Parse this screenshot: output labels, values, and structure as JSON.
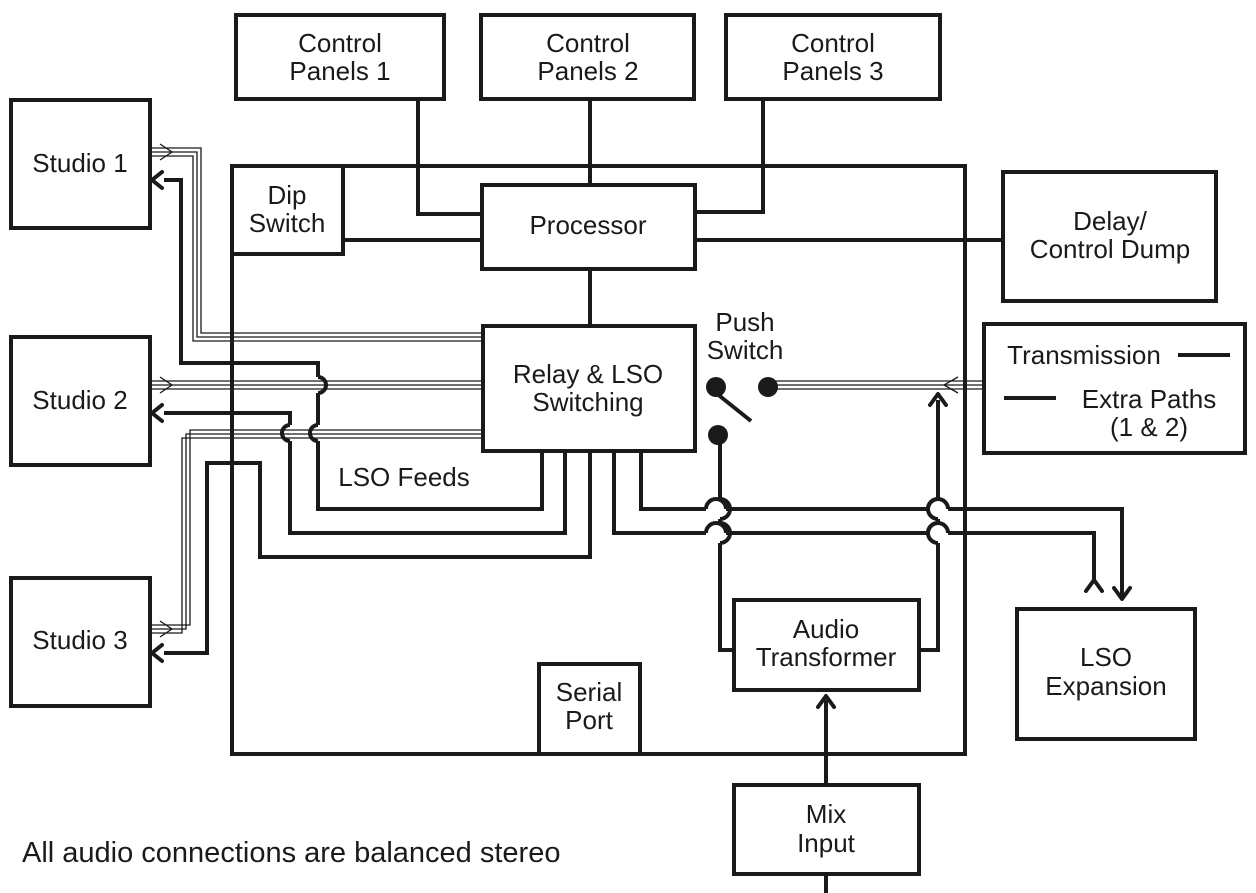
{
  "boxes": {
    "control_panels_1": [
      "Control",
      "Panels 1"
    ],
    "control_panels_2": [
      "Control",
      "Panels 2"
    ],
    "control_panels_3": [
      "Control",
      "Panels 3"
    ],
    "studio_1": [
      "Studio 1"
    ],
    "studio_2": [
      "Studio 2"
    ],
    "studio_3": [
      "Studio 3"
    ],
    "dip_switch": [
      "Dip",
      "Switch"
    ],
    "processor": [
      "Processor"
    ],
    "delay_control_dump": [
      "Delay/",
      "Control Dump"
    ],
    "relay_lso_switching": [
      "Relay & LSO",
      "Switching"
    ],
    "audio_transformer": [
      "Audio",
      "Transformer"
    ],
    "serial_port": [
      "Serial",
      "Port"
    ],
    "lso_expansion": [
      "LSO",
      "Expansion"
    ],
    "mix_input": [
      "Mix",
      "Input"
    ]
  },
  "labels": {
    "push_switch": [
      "Push",
      "Switch"
    ],
    "lso_feeds": "LSO Feeds",
    "footnote": "All audio connections are balanced stereo"
  },
  "legend": {
    "transmission": "Transmission",
    "extra_paths": [
      "Extra Paths",
      "(1 & 2)"
    ]
  }
}
